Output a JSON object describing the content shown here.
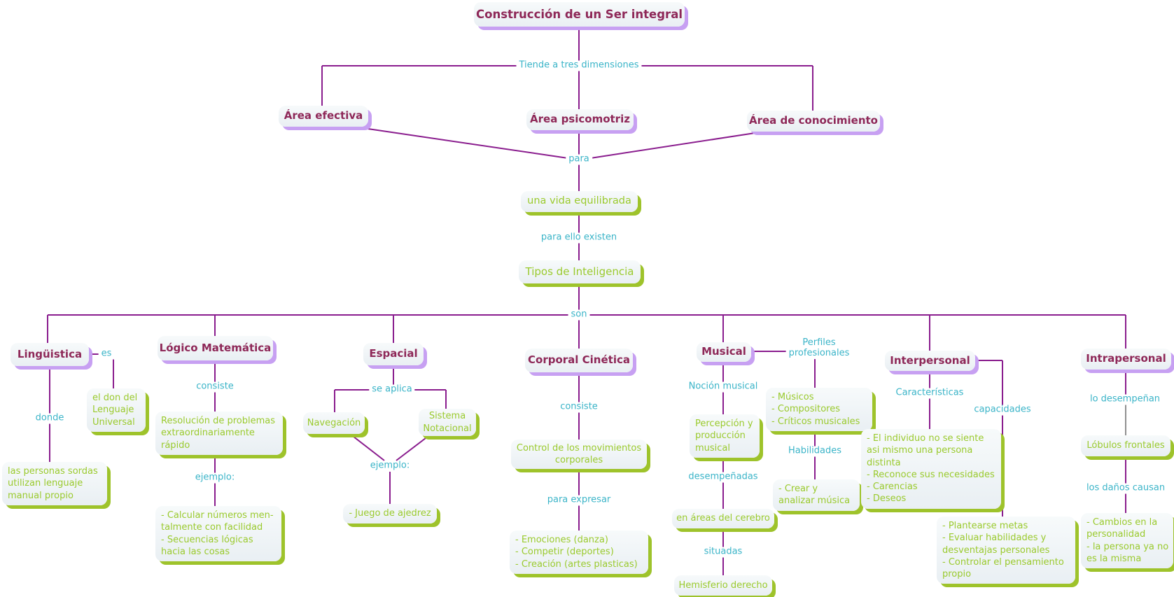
{
  "title": "Construcción de un Ser integral",
  "colors": {
    "concept_text": "#8E2858",
    "leaf_text": "#9ACA2D",
    "link_text": "#3AB4C8",
    "line": "#8A1D8E",
    "black_line": "#222222",
    "concept_shadow": "#C7A0F2",
    "leaf_shadow": "#9EC32B",
    "node_bg": "#EDF3F6"
  },
  "nodes": {
    "root": "Construcción de un Ser integral",
    "area_efectiva": "Área efectiva",
    "area_psicomotriz": "Área psicomotriz",
    "area_conocimiento": "Área de conocimiento",
    "vida": "una vida equilibrada",
    "tipos": "Tipos de Inteligencia",
    "linguistica": "Lingüistica",
    "don_lenguaje": "el don del\nLenguaje\nUniversal",
    "sordas": "las personas sordas\nutilizan lenguaje\nmanual propio",
    "logico": "Lógico Matemática",
    "resolucion": "Resolución de problemas\nextraordinariamente\nrápido",
    "calcular": "- Calcular números men-\ntalmente con facilidad\n- Secuencias lógicas\nhacia las cosas",
    "espacial": "Espacial",
    "navegacion": "Navegación",
    "sistema": "Sistema\nNotacional",
    "ajedrez": "- Juego de ajedrez",
    "corporal": "Corporal Cinética",
    "control": "Control de los movimientos\ncorporales",
    "emociones": "- Emociones (danza)\n- Competir (deportes)\n- Creación (artes plasticas)",
    "musical": "Musical",
    "percepcion": "Percepción y\nproducción\nmusical",
    "areas_cerebro": "en áreas del cerebro",
    "hemisferio": "Hemisferio derecho",
    "musicos": "- Músicos\n- Compositores\n- Críticos musicales",
    "crear": "- Crear y\nanalizar música",
    "interpersonal": "Interpersonal",
    "individuo": "- El individuo no se siente\nasi mismo una persona\ndistinta\n- Reconoce sus necesidades\n- Carencias\n- Deseos",
    "plantearse": "- Plantearse metas\n- Evaluar habilidades y\ndesventajas personales\n- Controlar el pensamiento\npropio",
    "intrapersonal": "Intrapersonal",
    "lobulos": "Lóbulos frontales",
    "cambios": "- Cambios en la\npersonalidad\n- la persona ya no\nes la misma"
  },
  "links": {
    "tiende": "Tiende a tres dimensiones",
    "para": "para",
    "para_ello": "para ello existen",
    "son": "son",
    "es": "es",
    "donde": "donde",
    "consiste_logico": "consiste",
    "ejemplo_logico": "ejemplo:",
    "se_aplica": "se aplica",
    "ejemplo_espacial": "ejemplo:",
    "consiste_corporal": "consiste",
    "para_expresar": "para expresar",
    "nocion": "Noción musical",
    "perfiles": "Perfiles\nprofesionales",
    "habilidades": "Habilidades",
    "desempenadas": "desempeñadas",
    "situadas": "situadas",
    "caracteristicas": "Características",
    "capacidades": "capacidades",
    "lo_desempenan": "lo desempeñan",
    "danos": "los daños causan"
  }
}
